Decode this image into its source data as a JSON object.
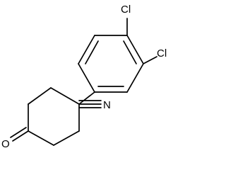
{
  "molecule": {
    "atoms": {
      "chlorine_para": "Cl",
      "chlorine_meta": "Cl",
      "nitrile_nitrogen": "N",
      "ketone_oxygen": "O"
    }
  }
}
